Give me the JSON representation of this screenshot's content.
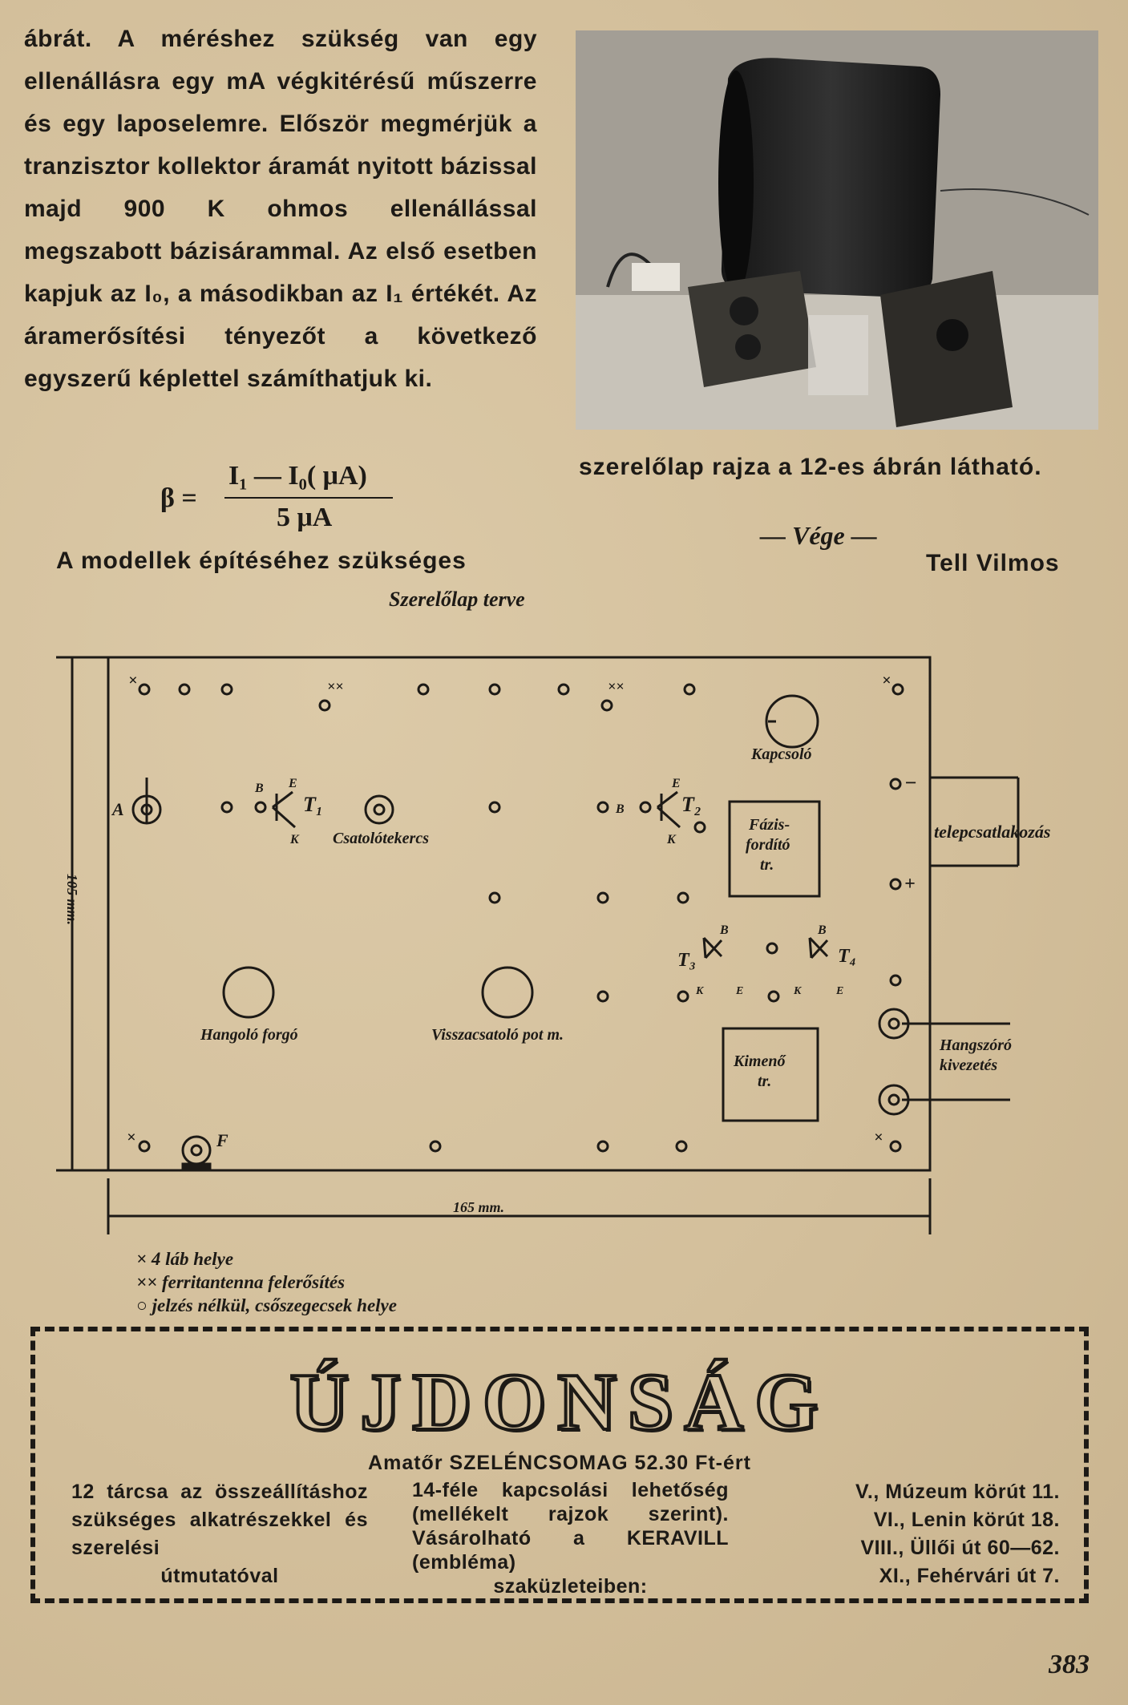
{
  "article": {
    "paragraph": "ábrát. A méréshez szükség van egy ellenállásra egy mA végkitérésű műszerre és egy laposelemre. Először megmérjük a tranzisztor kollektor áramát nyitott bázissal majd 900 K ohmos ellenállással megszabott bázisárammal. Az első esetben kapjuk az I₀, a másodikban az I₁ értékét. Az áramerősítési tényezőt a következő egyszerű képlettel számíthatjuk ki.",
    "formula": {
      "lhs": "β =",
      "numerator": "I₁ — I₀( μA)",
      "denominator": "5 μA"
    },
    "models_line": "A modellek építéséhez szükséges",
    "continuation": "szerelőlap rajza a 12-es ábrán látható.",
    "end_mark": "— Vége —",
    "author": "Tell Vilmos"
  },
  "diagram": {
    "title": "Szerelőlap terve",
    "labels": {
      "switch": "Kapcsoló",
      "coupling_coil": "Csatolótekercs",
      "phase_inverter_line1": "Fázis-",
      "phase_inverter_line2": "fordító",
      "phase_inverter_line3": "tr.",
      "output_tr_line1": "Kimenő",
      "output_tr_line2": "tr.",
      "tuning_rotor": "Hangoló forgó",
      "feedback_pot": "Visszacsatoló pot m.",
      "battery_terminal": "telepcsatlakozás",
      "speaker_line1": "Hangszóró",
      "speaker_line2": "kivezetés",
      "width_dim": "165 mm.",
      "height_dim": "105 mm.",
      "t1": "T₁",
      "t2": "T₂",
      "t3": "T₃",
      "t4": "T₄",
      "pin_b": "B",
      "pin_e": "E",
      "pin_k": "K",
      "pin_a": "A",
      "pin_f": "F",
      "minus": "−",
      "plus": "+",
      "cross": "×",
      "double_cross": "××"
    },
    "legend": [
      "× 4 láb helye",
      "×× ferritantenna felerősítés",
      "○ jelzés nélkül, csőszegecsek helye"
    ]
  },
  "ad": {
    "title": "ÚJDONSÁG",
    "subtitle": "Amatőr SZELÉNCSOMAG 52.30 Ft-ért",
    "col1_text": "12 tárcsa az összeállításhoz szükséges alkatrészekkel és szerelési",
    "col1_last": "útmutatóval",
    "col2_text": "14-féle kapcsolási lehetőség (mellékelt rajzok szerint). Vásárolható a KERAVILL (embléma)",
    "col2_last": "szaküzleteiben:",
    "addresses": [
      "V., Múzeum körút 11.",
      "VI., Lenin körút 18.",
      "VIII., Üllői út 60—62.",
      "XI., Fehérvári út 7."
    ]
  },
  "page_number": "383"
}
